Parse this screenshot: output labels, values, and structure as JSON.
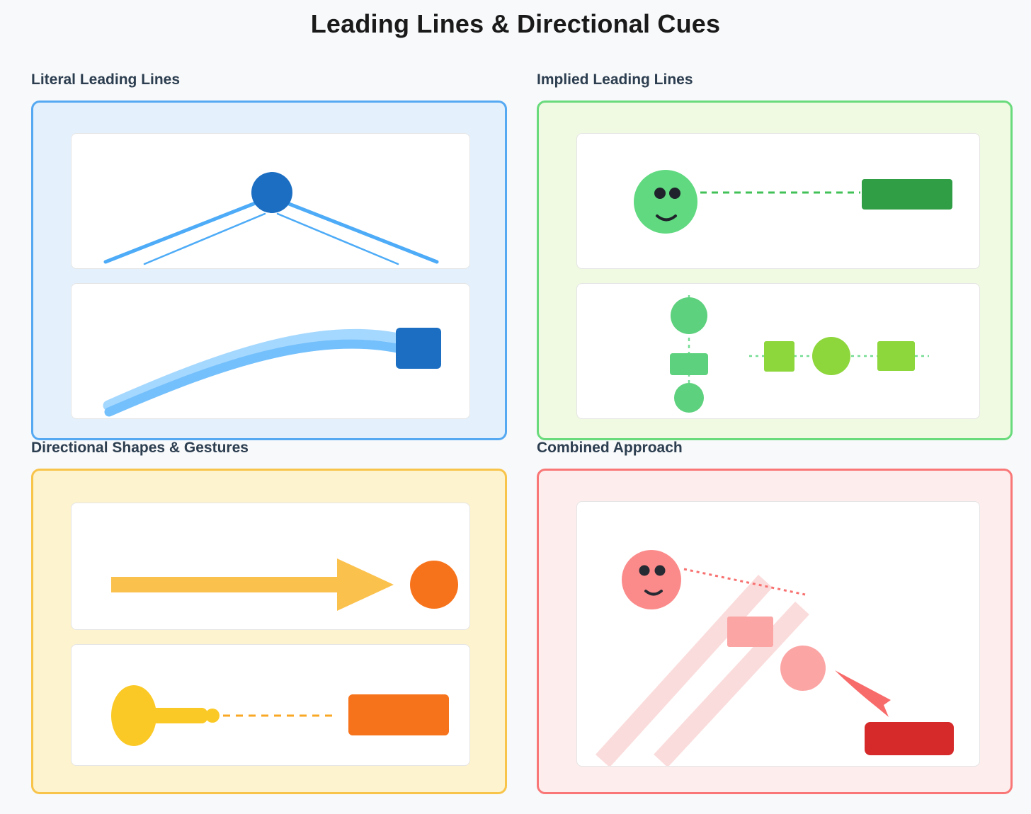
{
  "title": "Leading Lines & Directional Cues",
  "sections": [
    {
      "label": "Literal Leading Lines",
      "figures": [
        "converging-lines-to-focal-circle",
        "curved-line-leading-to-square"
      ]
    },
    {
      "label": "Implied Leading Lines",
      "figures": [
        "gaze-dashed-line-to-rectangle",
        "vertical-shape-alignment",
        "horizontal-shape-alignment"
      ]
    },
    {
      "label": "Directional Shapes & Gestures",
      "figures": [
        "arrow-pointing-to-circle",
        "pointing-hand-dashed-line-to-rectangle"
      ]
    },
    {
      "label": "Combined Approach",
      "figures": [
        "face-gaze-dotted-line",
        "diagonal-stripes",
        "square-and-circle-path",
        "dart-arrow-to-red-rectangle"
      ]
    }
  ],
  "colors": {
    "page-bg": "#f8f9fa",
    "title": "#1a1a1a",
    "heading": "#2c3e50",
    "card-bg": "#ffffff",
    "card-border": "#e5e5e5",
    "blue": {
      "panel-bg": "#e4f1fc",
      "border": "#55a9f2",
      "primary": "#1b6ec2",
      "line": "#4dabf7",
      "curve-light": "#a5d8ff",
      "curve-mid": "#74c0fc"
    },
    "green": {
      "panel-bg": "#f0f9e1",
      "border": "#69db7c",
      "face": "#60d980",
      "dark-rect": "#2f9e44",
      "dash": "#40c057",
      "shape": "#5dd17d",
      "lime": "#8dd63b",
      "lime-dash": "#74dd94",
      "feature": "#20232b"
    },
    "yellow": {
      "panel-bg": "#fdf3ce",
      "border": "#f8c44a",
      "arrow": "#fbc14d",
      "hand": "#fbc926",
      "dash": "#f9a825",
      "orange": "#f7731b"
    },
    "red": {
      "panel-bg": "#fdeded",
      "border": "#f97777",
      "face": "#fb8b8b",
      "stripe": "#fbdcdc",
      "dotted": "#f87171",
      "shape": "#fba5a5",
      "arrow": "#f86b6b",
      "rect": "#d62929",
      "feature": "#262b33"
    }
  }
}
